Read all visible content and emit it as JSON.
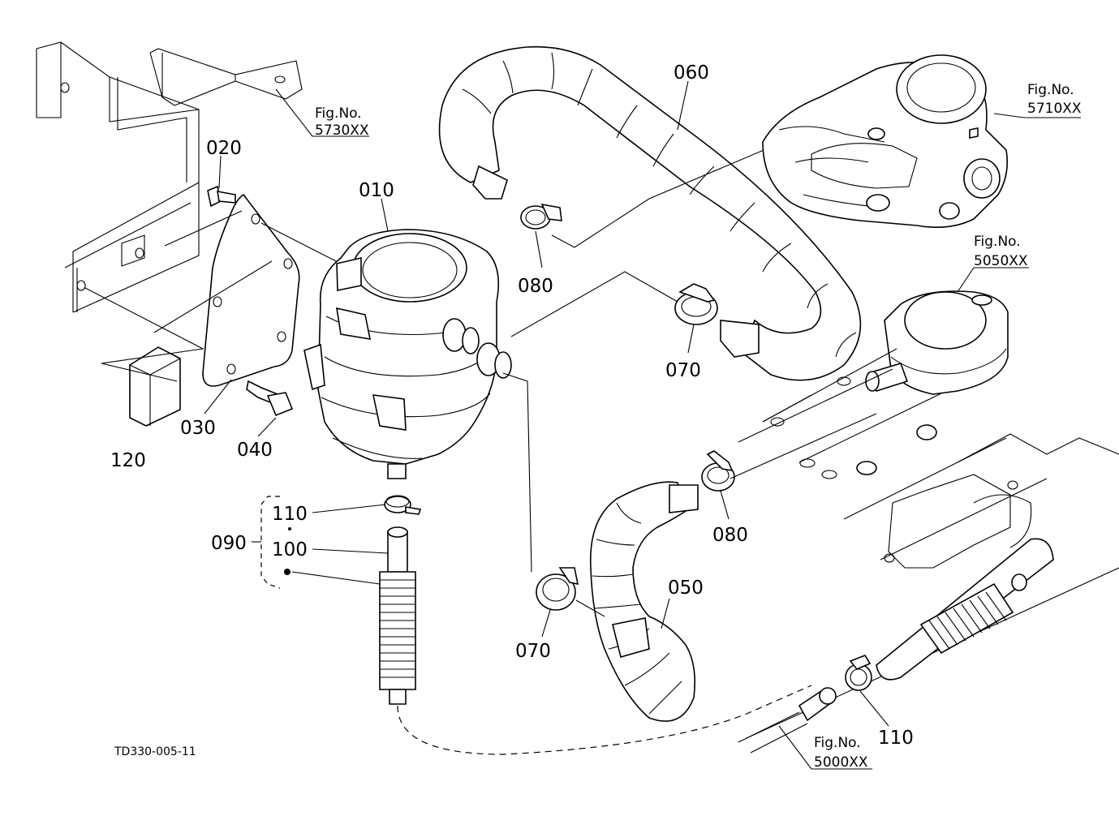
{
  "diagram": {
    "code": "TD330-005-11",
    "parts": {
      "p010": "010",
      "p020": "020",
      "p030": "030",
      "p040": "040",
      "p050": "050",
      "p060": "060",
      "p070a": "070",
      "p070b": "070",
      "p080a": "080",
      "p080b": "080",
      "p090": "090",
      "p100": "100",
      "p110a": "110",
      "p110b": "110",
      "p120": "120"
    },
    "figrefs": {
      "r5730": {
        "label": "Fig.No.",
        "number": "5730XX"
      },
      "r5710": {
        "label": "Fig.No.",
        "number": "5710XX"
      },
      "r5050": {
        "label": "Fig.No.",
        "number": "5050XX"
      },
      "r5000": {
        "label": "Fig.No.",
        "number": "5000XX"
      }
    }
  }
}
